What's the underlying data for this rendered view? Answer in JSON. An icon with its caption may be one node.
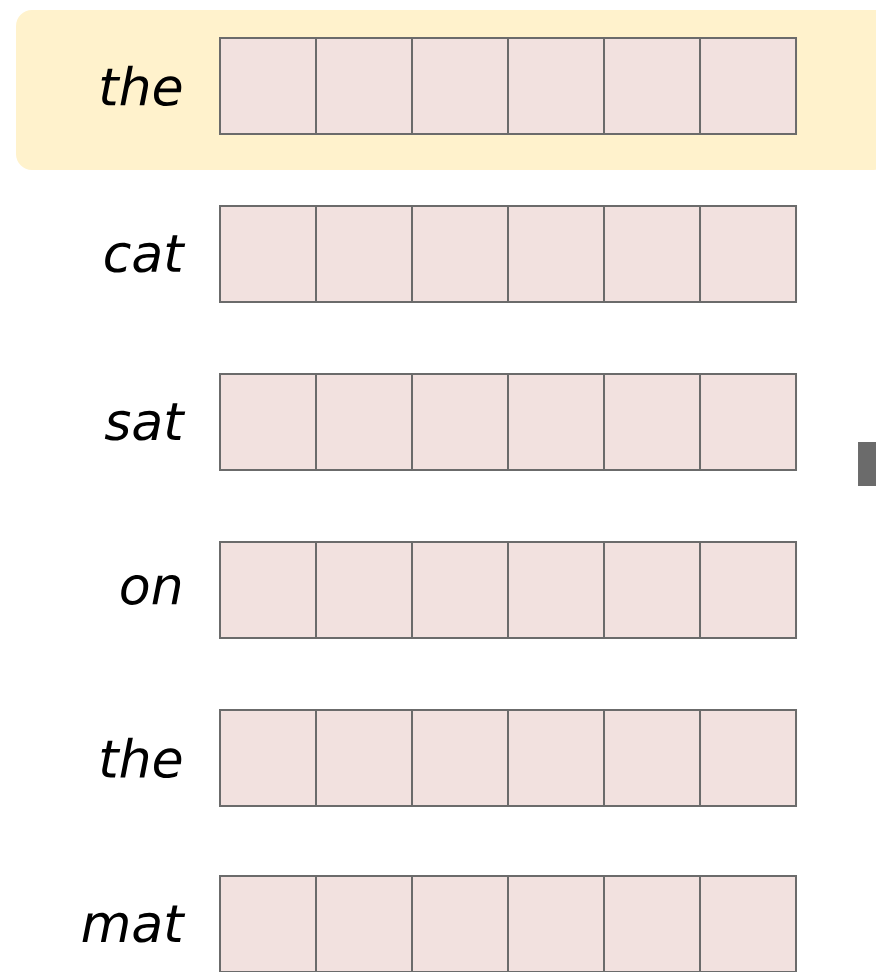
{
  "diagram": {
    "nodes": [
      {
        "text": [
          "the"
        ]
      },
      {
        "text": [
          "cat"
        ]
      },
      {
        "text": [
          "sat"
        ]
      },
      {
        "text": [
          "on"
        ]
      },
      {
        "text": [
          "the"
        ]
      },
      {
        "text": [
          "mat"
        ]
      }
    ]
  }
}
